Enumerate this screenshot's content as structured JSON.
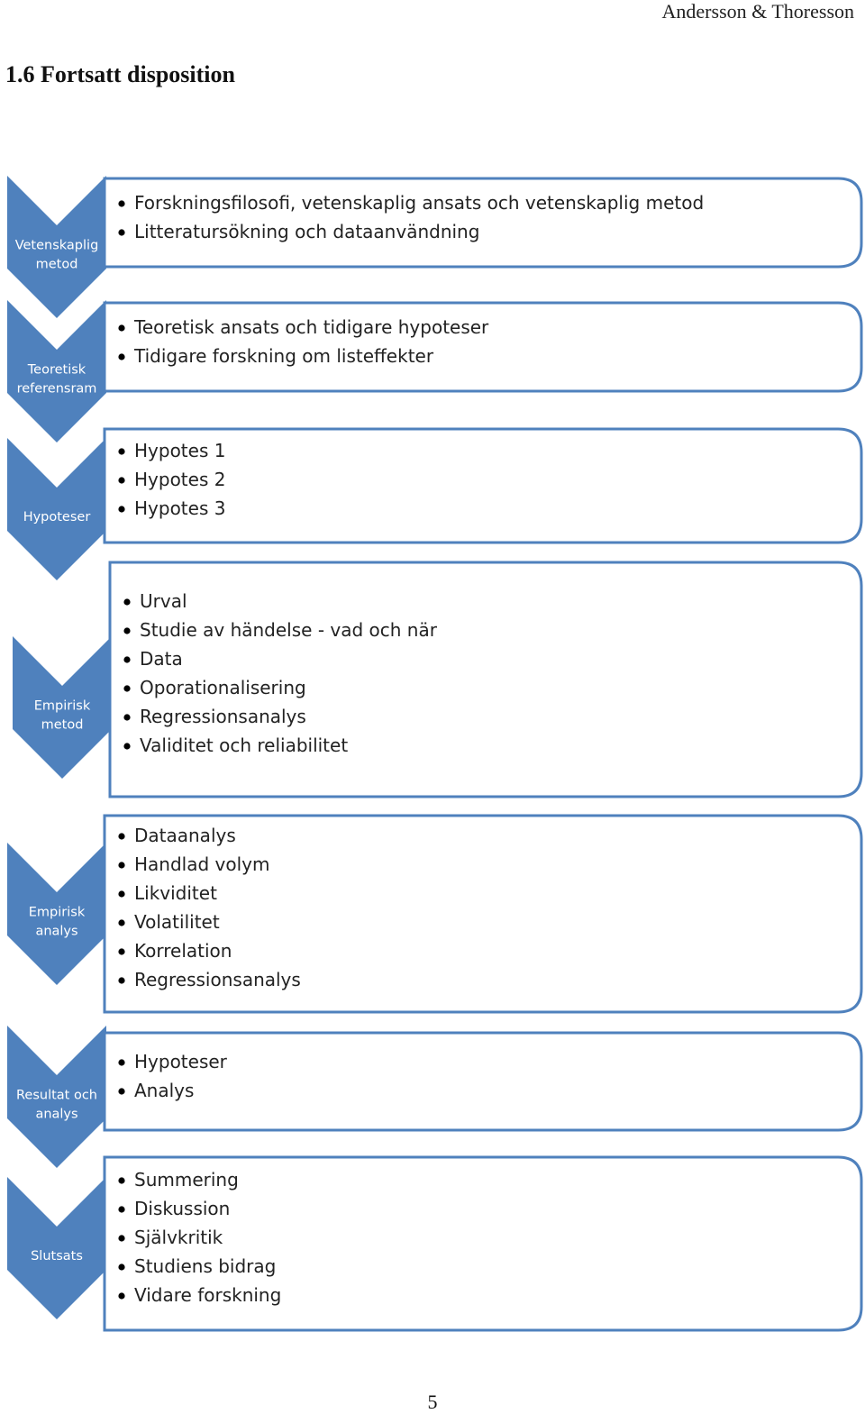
{
  "header": {
    "author": "Andersson & Thoresson"
  },
  "section": {
    "title": "1.6 Fortsatt disposition"
  },
  "colors": {
    "chevron": "#4F81BD",
    "box_border": "#4F81BD",
    "box_fill": "#ffffff"
  },
  "steps": [
    {
      "label": [
        "Vetenskaplig",
        "metod"
      ],
      "items": [
        "Forskningsfilosofi, vetenskaplig ansats och vetenskaplig metod",
        "Litteratursökning och dataanvändning"
      ]
    },
    {
      "label": [
        "Teoretisk",
        "referensram"
      ],
      "items": [
        "Teoretisk ansats och tidigare hypoteser",
        "Tidigare forskning om listeffekter"
      ]
    },
    {
      "label": [
        "Hypoteser"
      ],
      "items": [
        "Hypotes 1",
        "Hypotes 2",
        "Hypotes 3"
      ]
    },
    {
      "label": [
        "Empirisk",
        "metod"
      ],
      "items": [
        "Urval",
        "Studie av händelse - vad och när",
        "Data",
        "Oporationalisering",
        "Regressionsanalys",
        "Validitet och reliabilitet"
      ]
    },
    {
      "label": [
        "Empirisk",
        "analys"
      ],
      "items": [
        "Dataanalys",
        "Handlad volym",
        "Likviditet",
        "Volatilitet",
        "Korrelation",
        "Regressionsanalys"
      ]
    },
    {
      "label": [
        "Resultat och",
        "analys"
      ],
      "items": [
        "Hypoteser",
        "Analys"
      ]
    },
    {
      "label": [
        "Slutsats"
      ],
      "items": [
        "Summering",
        "Diskussion",
        "Självkritik",
        "Studiens bidrag",
        "Vidare forskning"
      ]
    }
  ],
  "page_number": "5"
}
